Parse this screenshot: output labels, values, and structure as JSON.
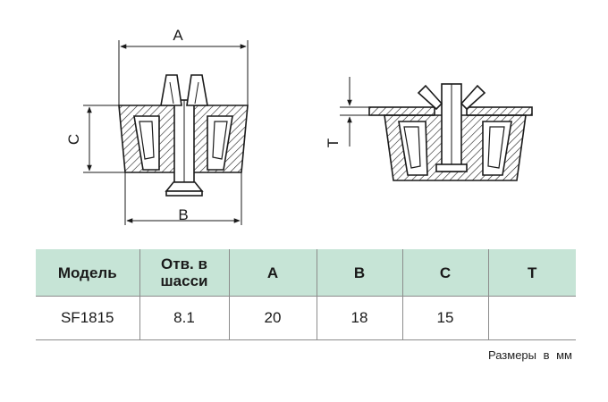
{
  "drawing": {
    "dimension_labels": {
      "a": "A",
      "b": "B",
      "c": "C",
      "t": "T"
    }
  },
  "table": {
    "headers": {
      "model": "Модель",
      "hole_line1": "Отв. в",
      "hole_line2": "шасси",
      "a": "A",
      "b": "B",
      "c": "C",
      "t": "T"
    },
    "row": {
      "model": "SF1815",
      "hole": "8.1",
      "a": "20",
      "b": "18",
      "c": "15",
      "t": ""
    }
  },
  "footnote": "Размеры в мм",
  "colors": {
    "header_bg": "#c6e4d6",
    "line": "#1a1a1a",
    "hatch": "#1a1a1a"
  }
}
